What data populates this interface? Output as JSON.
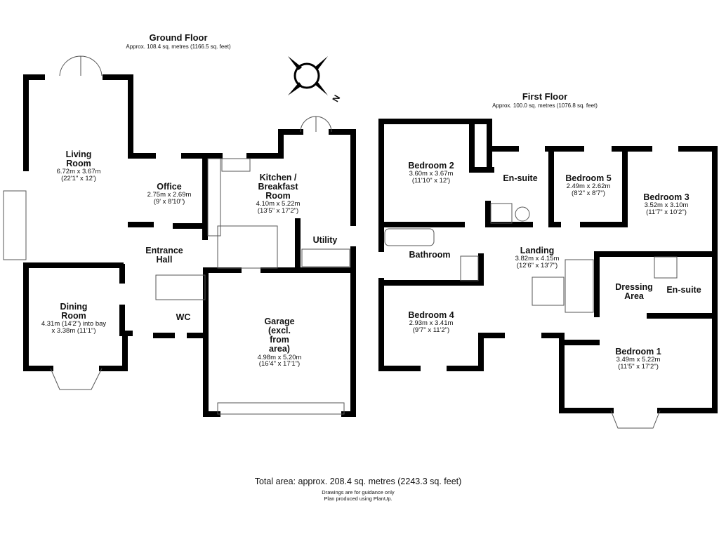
{
  "ground_floor": {
    "title": "Ground Floor",
    "area": "Approx. 108.4 sq. metres (1166.5 sq. feet)",
    "rooms": [
      {
        "name": "Living Room",
        "line1": "Living",
        "line2": "Room",
        "dim_metric": "6.72m x 3.67m",
        "dim_imperial": "(22'1\" x 12')"
      },
      {
        "name": "Office",
        "dim_metric": "2.75m x 2.69m",
        "dim_imperial": "(9' x 8'10\")"
      },
      {
        "name": "Kitchen / Breakfast Room",
        "line1": "Kitchen /",
        "line2": "Breakfast",
        "line3": "Room",
        "dim_metric": "4.10m x 5.22m",
        "dim_imperial": "(13'5\" x 17'2\")"
      },
      {
        "name": "Utility"
      },
      {
        "name": "Entrance Hall",
        "line1": "Entrance",
        "line2": "Hall"
      },
      {
        "name": "Dining Room",
        "line1": "Dining",
        "line2": "Room",
        "dim_metric": "4.31m (14'2\") into bay",
        "dim_imperial": "x 3.38m (11'1\")"
      },
      {
        "name": "WC"
      },
      {
        "name": "Garage (excl. from area)",
        "line1": "Garage",
        "line2": "(excl.",
        "line3": "from",
        "line4": "area)",
        "dim_metric": "4.98m x 5.20m",
        "dim_imperial": "(16'4\" x 17'1\")"
      }
    ],
    "compass_label": "N"
  },
  "first_floor": {
    "title": "First Floor",
    "area": "Approx. 100.0 sq. metres (1076.8 sq. feet)",
    "rooms": [
      {
        "name": "Bedroom 2",
        "dim_metric": "3.60m x 3.67m",
        "dim_imperial": "(11'10\" x 12')"
      },
      {
        "name": "En-suite"
      },
      {
        "name": "Bedroom 5",
        "dim_metric": "2.49m x 2.62m",
        "dim_imperial": "(8'2\" x 8'7\")"
      },
      {
        "name": "Bedroom 3",
        "dim_metric": "3.52m x 3.10m",
        "dim_imperial": "(11'7\" x 10'2\")"
      },
      {
        "name": "Bathroom"
      },
      {
        "name": "Landing",
        "dim_metric": "3.82m x 4.15m",
        "dim_imperial": "(12'6\" x 13'7\")"
      },
      {
        "name": "Dressing Area",
        "line1": "Dressing",
        "line2": "Area"
      },
      {
        "name": "En-suite"
      },
      {
        "name": "Bedroom 4",
        "dim_metric": "2.93m x 3.41m",
        "dim_imperial": "(9'7\" x 11'2\")"
      },
      {
        "name": "Bedroom 1",
        "dim_metric": "3.49m x 5.22m",
        "dim_imperial": "(11'5\" x 17'2\")"
      }
    ]
  },
  "footer": {
    "total_area": "Total area: approx. 208.4 sq. metres (2243.3 sq. feet)",
    "note1": "Drawings are for guidance only",
    "note2": "Plan produced using PlanUp."
  }
}
